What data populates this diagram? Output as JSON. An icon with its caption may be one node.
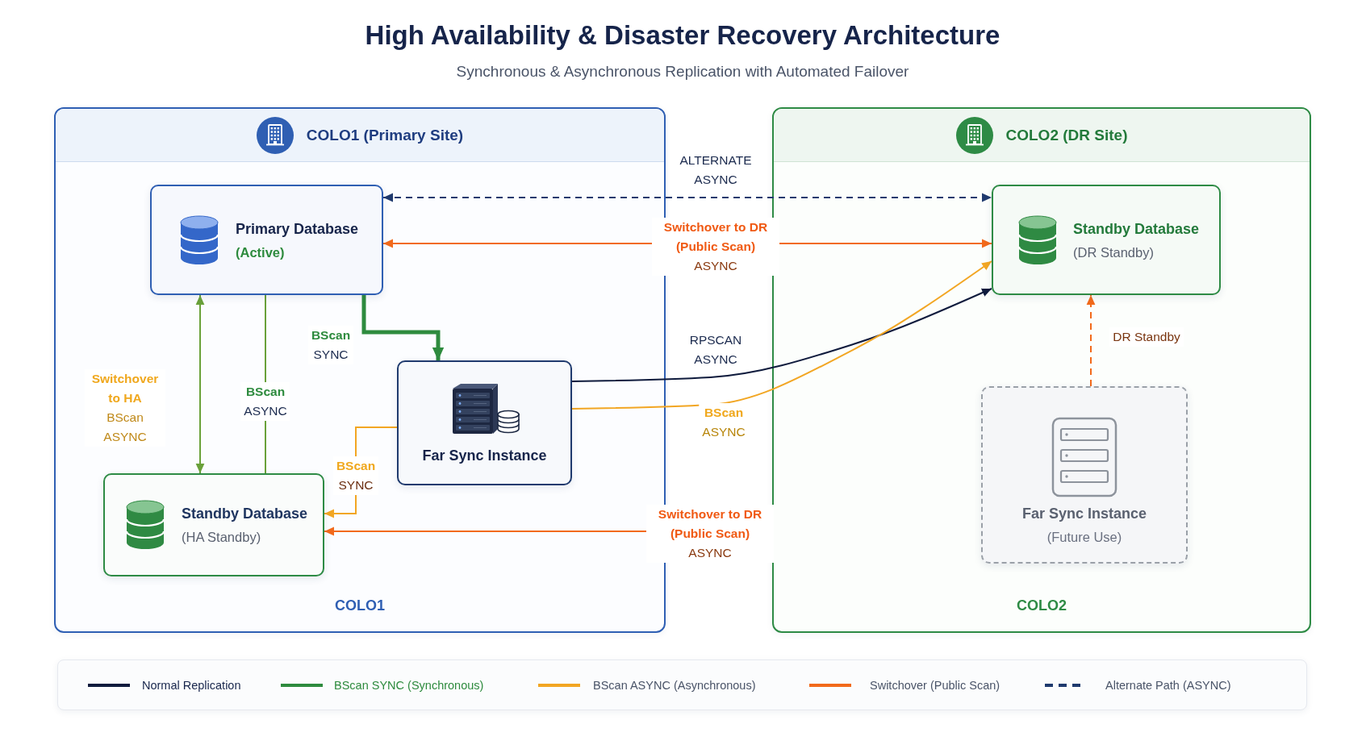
{
  "diagram": {
    "title": "High Availability & Disaster Recovery Architecture",
    "nodes": [
      {
        "text": [
          "COLO1 (Primary Site)",
          "COLO1"
        ]
      },
      {
        "text": [
          "Primary Database",
          "(Active)"
        ],
        "in": 0
      },
      {
        "text": [
          "Far Sync Instance"
        ],
        "in": 0
      },
      {
        "text": [
          "Standby Database",
          "(HA Standby)"
        ],
        "in": 0
      },
      {
        "text": [
          "COLO2 (DR Site)",
          "COLO2"
        ]
      },
      {
        "text": [
          "Standby Database",
          "(DR Standby)"
        ],
        "in": 4
      },
      {
        "text": [
          "Far Sync Instance",
          "(Future Use)"
        ],
        "in": 4
      }
    ],
    "edges": [
      {
        "from": 1,
        "to": 5,
        "arrow": "both",
        "label": "ALTERNATE ASYNC",
        "style": "dashed",
        "color": "#1f3a6e"
      },
      {
        "from": 1,
        "to": 5,
        "arrow": "both",
        "label": "**Switchover to DR (Public Scan)** ASYNC",
        "color": "#f26a1b"
      },
      {
        "from": 1,
        "to": 3,
        "arrow": "both",
        "label": "**Switchover to HA** BScan ASYNC",
        "color": "#6aa13a"
      },
      {
        "from": 1,
        "to": 3,
        "arrow": "none",
        "label": "**BScan** ASYNC",
        "color": "#6aa13a"
      },
      {
        "from": 1,
        "to": 2,
        "arrow": "to",
        "label": "**BScan** SYNC",
        "style": "thick",
        "color": "#2e8b3e"
      },
      {
        "from": 2,
        "to": 3,
        "arrow": "to",
        "label": "**BScan** SYNC",
        "color": "#f2a623"
      },
      {
        "from": null,
        "to": 3,
        "arrow": "to",
        "label": "**Switchover to DR (Public Scan)** ASYNC",
        "color": "#f26a1b"
      },
      {
        "from": 2,
        "to": 5,
        "arrow": "to",
        "label": "RPSCAN ASYNC",
        "color": "#0f1b3d"
      },
      {
        "from": 2,
        "to": 5,
        "arrow": "to",
        "label": "**BScan** ASYNC",
        "color": "#f2a623"
      },
      {
        "from": 6,
        "to": 5,
        "arrow": "to",
        "label": "DR Standby",
        "style": "dashed",
        "color": "#f26a1b"
      }
    ],
    "labels": [
      "Synchronous & Asynchronous Replication with Automated Failover"
    ],
    "legend": [
      {
        "text": "Normal Replication",
        "color": "#0f1b3d"
      },
      {
        "text": "BScan SYNC (Synchronous)",
        "color": "#2e8b3e"
      },
      {
        "text": "BScan ASYNC (Asynchronous)",
        "color": "#f2a623"
      },
      {
        "text": "Switchover (Public Scan)",
        "color": "#f26a1b"
      },
      {
        "text": "Alternate Path (ASYNC)"
      }
    ]
  }
}
